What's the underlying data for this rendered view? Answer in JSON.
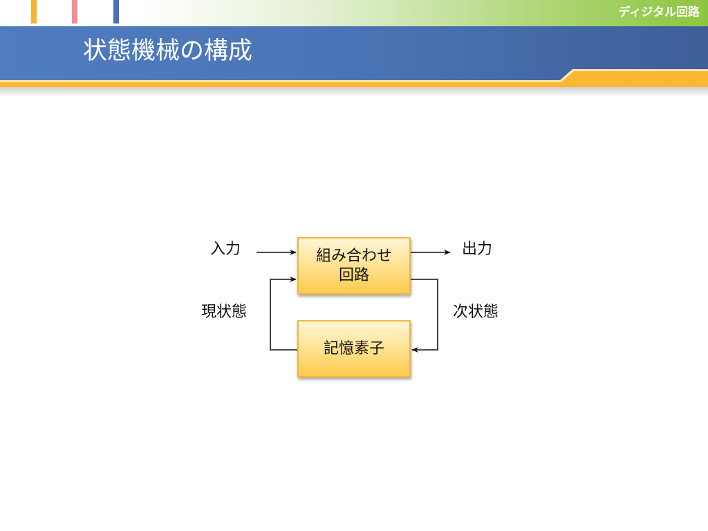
{
  "header": {
    "subject_label": "ディジタル回路",
    "slide_title": "状態機械の構成"
  },
  "diagram": {
    "combinational_box": {
      "line1": "組み合わせ",
      "line2": "回路"
    },
    "memory_box": "記憶素子",
    "input_label": "入力",
    "output_label": "出力",
    "current_state_label": "現状態",
    "next_state_label": "次状態"
  },
  "colors": {
    "title_band": "#4b74b6",
    "orange_accent": "#fbb731",
    "green_accent": "#8cc63f",
    "box_fill": "#ffe497",
    "box_border": "#f2b53c"
  }
}
